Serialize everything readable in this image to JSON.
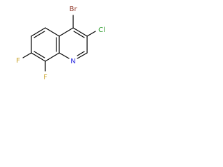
{
  "atoms": {
    "br": {
      "label": "Br",
      "color": "#8b2e1f"
    },
    "cl": {
      "label": "Cl",
      "color": "#2e9b2e"
    },
    "n": {
      "label": "N",
      "color": "#2b2be0"
    },
    "f7": {
      "label": "F",
      "color": "#c9a227"
    },
    "f8": {
      "label": "F",
      "color": "#c9a227"
    }
  }
}
